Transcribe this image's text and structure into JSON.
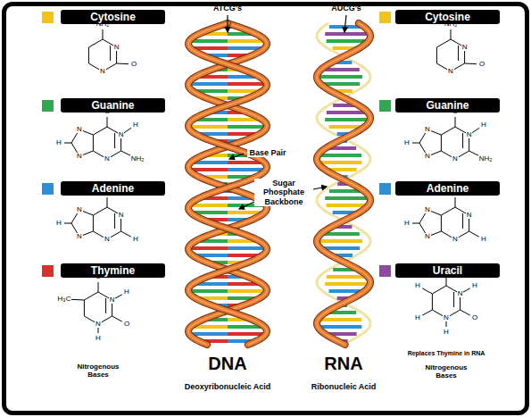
{
  "diagram": {
    "labels": [
      "ATCG's",
      "AUCG's",
      "Base Pair",
      "Sugar Phosphate Backbone",
      "DNA",
      "Deoxyribonucleic Acid",
      "RNA",
      "Ribonucleic Acid",
      "Nitrogenous Bases",
      "Replaces Thymine in RNA",
      "Nitrogenous Bases",
      "NH₂",
      "N",
      "O",
      "N",
      "O",
      "N",
      "H",
      "NH₂",
      "N",
      "N",
      "N",
      "H",
      "NH₂",
      "N",
      "N",
      "N",
      "N",
      "H",
      "H",
      "O",
      "H₃C",
      "N",
      "H",
      "O",
      "N",
      "H",
      "NH₂",
      "N",
      "O",
      "N",
      "O",
      "N",
      "H",
      "NH₂",
      "N",
      "N",
      "N",
      "H",
      "NH₂",
      "N",
      "N",
      "N",
      "N",
      "H",
      "H",
      "O",
      "H",
      "N",
      "H",
      "O",
      "N",
      "H",
      "H"
    ],
    "legend": [
      {
        "text": "Cytosine",
        "color": "#f2c318"
      },
      {
        "text": "Guanine",
        "color": "#2fa84f"
      },
      {
        "text": "Adenine",
        "color": "#2d8fd5"
      },
      {
        "text": "Thymine",
        "color": "#d9312b"
      },
      {
        "text": "Cytosine",
        "color": "#f2c318"
      },
      {
        "text": "Guanine",
        "color": "#2fa84f"
      },
      {
        "text": "Adenine",
        "color": "#2d8fd5"
      },
      {
        "text": "Uracil",
        "color": "#8e4a9e"
      }
    ]
  }
}
